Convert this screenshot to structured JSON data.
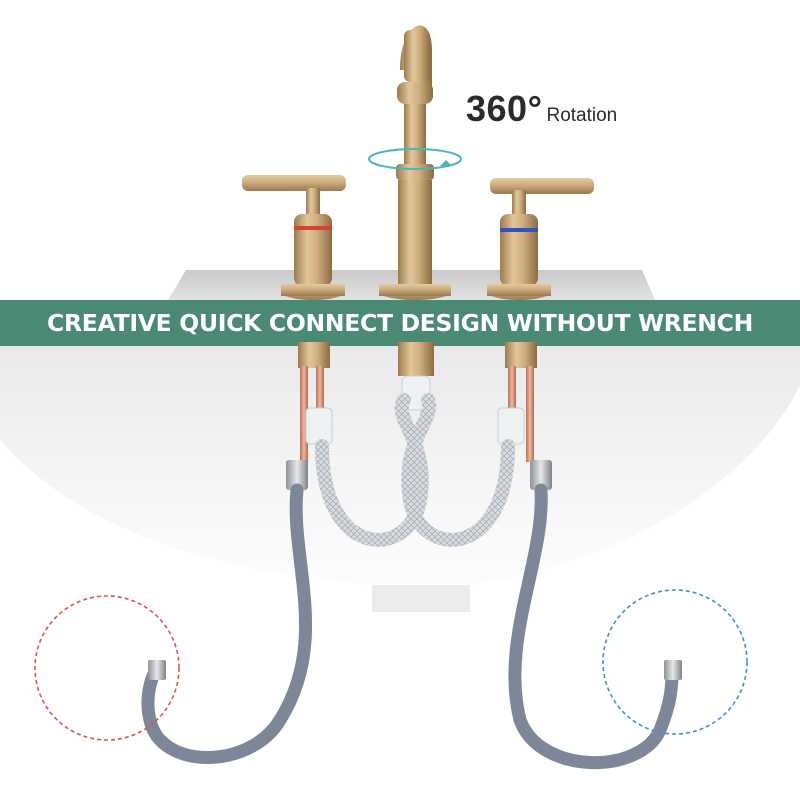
{
  "headline": {
    "rotation_value": "360°",
    "rotation_word": "Rotation"
  },
  "banner": {
    "text": "CREATIVE QUICK CONNECT DESIGN WITHOUT WRENCH"
  },
  "colors": {
    "banner": "#4a8a73",
    "brass": "#c9a97a",
    "hot_ring": "#d9412f",
    "cold_ring": "#2f52c9",
    "hot_circle": "#e05050",
    "cold_circle": "#3b8fdf",
    "rotation_ring": "#4fb5b4",
    "hose": "#7d8798"
  }
}
